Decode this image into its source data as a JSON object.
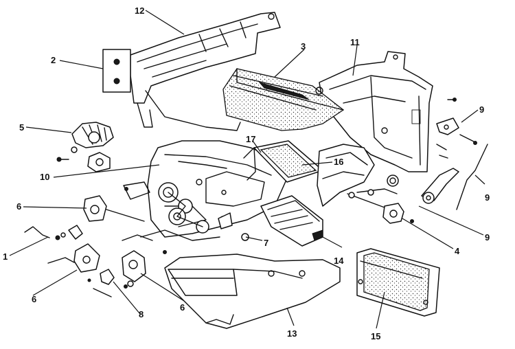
{
  "callouts": [
    {
      "id": "c1",
      "text": "1"
    },
    {
      "id": "c2",
      "text": "2"
    },
    {
      "id": "c3",
      "text": "3"
    },
    {
      "id": "c4",
      "text": "4"
    },
    {
      "id": "c5",
      "text": "5"
    },
    {
      "id": "c6a",
      "text": "6"
    },
    {
      "id": "c6b",
      "text": "6"
    },
    {
      "id": "c6c",
      "text": "6"
    },
    {
      "id": "c7",
      "text": "7"
    },
    {
      "id": "c8",
      "text": "8"
    },
    {
      "id": "c9a",
      "text": "9"
    },
    {
      "id": "c9b",
      "text": "9"
    },
    {
      "id": "c9c",
      "text": "9"
    },
    {
      "id": "c10",
      "text": "10"
    },
    {
      "id": "c11",
      "text": "11"
    },
    {
      "id": "c12",
      "text": "12"
    },
    {
      "id": "c13",
      "text": "13"
    },
    {
      "id": "c14",
      "text": "14"
    },
    {
      "id": "c15",
      "text": "15"
    },
    {
      "id": "c16",
      "text": "16"
    },
    {
      "id": "c17",
      "text": "17"
    }
  ]
}
